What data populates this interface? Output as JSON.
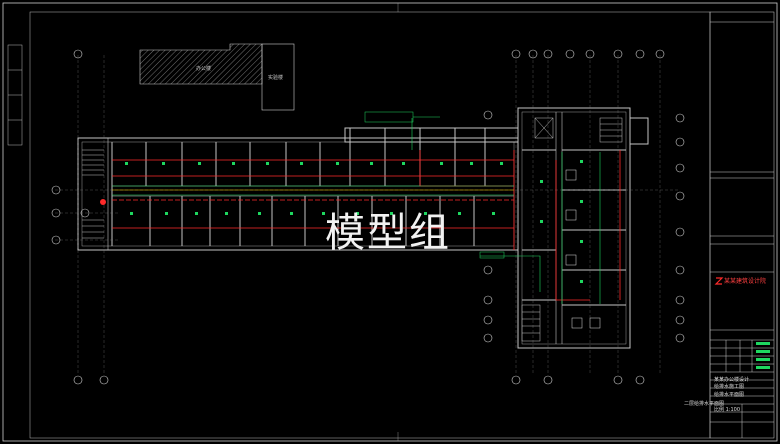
{
  "watermark": "模型组",
  "colors": {
    "background": "#000000",
    "frame": "#d0d0d0",
    "wall": "#bfbfbf",
    "pipe_red": "#ff2a2a",
    "pipe_green": "#1ed760",
    "pipe_yellow": "#ffd400",
    "grid_axis": "#c8c8c8"
  },
  "building_labels": {
    "hatched_block": "办公楼",
    "tall_block": "实验楼"
  },
  "title_block": {
    "company": "某某建筑设计院",
    "project": "某某办公楼设计",
    "drawing": "给排水平面图",
    "sheet": "给排水施工图",
    "drawing_name": "二层给排水平面图",
    "scale_note": "比例 1:100"
  },
  "icons": [
    "stair-icon",
    "elevator-icon",
    "fire-hydrant-icon",
    "toilet-icon",
    "compass-circle-icon"
  ]
}
